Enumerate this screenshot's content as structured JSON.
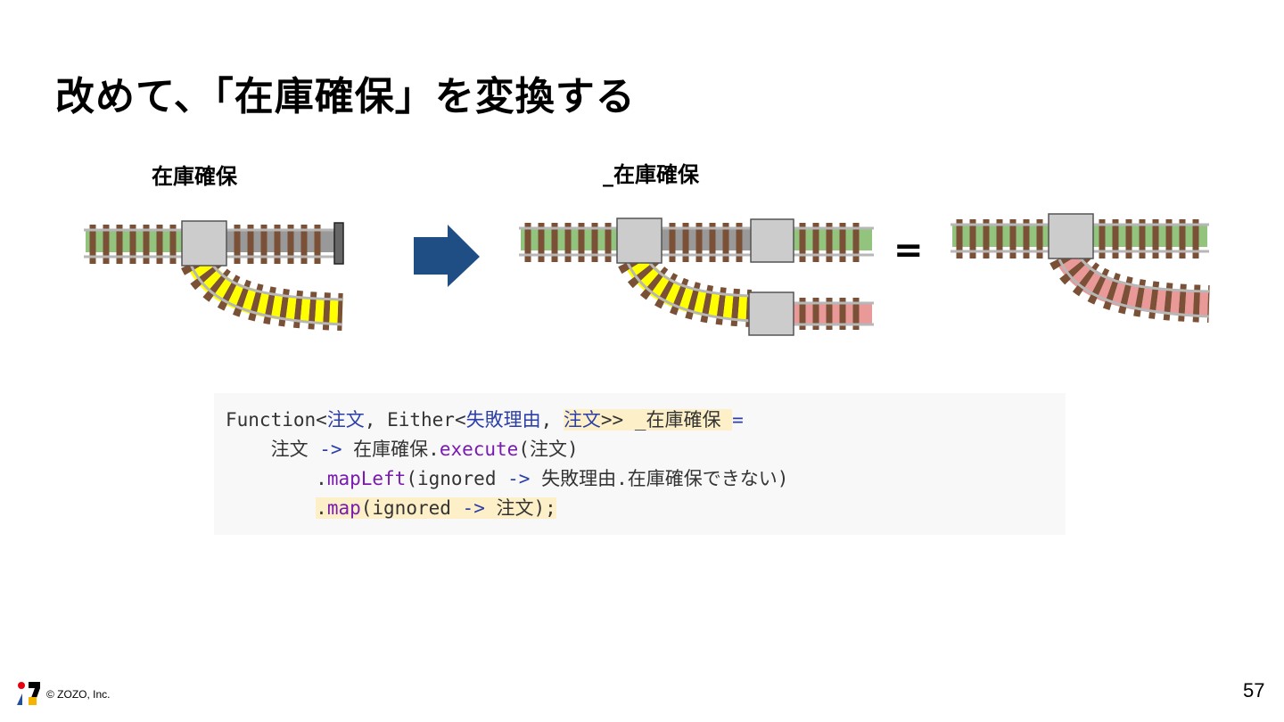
{
  "title": "改めて、「在庫確保」を変換する",
  "labels": {
    "left": "在庫確保",
    "middle": "_在庫確保",
    "equals": "="
  },
  "colors": {
    "success_track": "#92c47d",
    "failure_track": "#ea9999",
    "switch_track": "#ffff00",
    "neutral_track": "#999999",
    "tie": "#7a5136",
    "rail": "#b7b7b7",
    "box": "#cccccc",
    "arrow": "#1f4e85",
    "keyword": "#7a1ab0",
    "type": "#2c3ea8",
    "highlight": "#fdf0c8"
  },
  "code": {
    "l1_a": "Function<",
    "l1_t1": "注文",
    "l1_b": ", Either<",
    "l1_t2": "失敗理由",
    "l1_c": ", ",
    "l1_t3": "注文",
    "l1_d": ">> _在庫確保 ",
    "l1_eq": "=",
    "l2_a": "    注文 ",
    "l2_op": "->",
    "l2_b": " 在庫確保.",
    "l2_kw": "execute",
    "l2_c": "(注文)",
    "l3_a": "        ",
    "l3_dot": ".",
    "l3_kw": "mapLeft",
    "l3_b": "(ignored ",
    "l3_op": "->",
    "l3_c": " 失敗理由.在庫確保できない)",
    "l4_a": "        ",
    "l4_dot": ".",
    "l4_kw": "map",
    "l4_b": "(ignored ",
    "l4_op": "->",
    "l4_c": " 注文);"
  },
  "footer": {
    "copyright": "© ZOZO, Inc.",
    "page": "57"
  }
}
